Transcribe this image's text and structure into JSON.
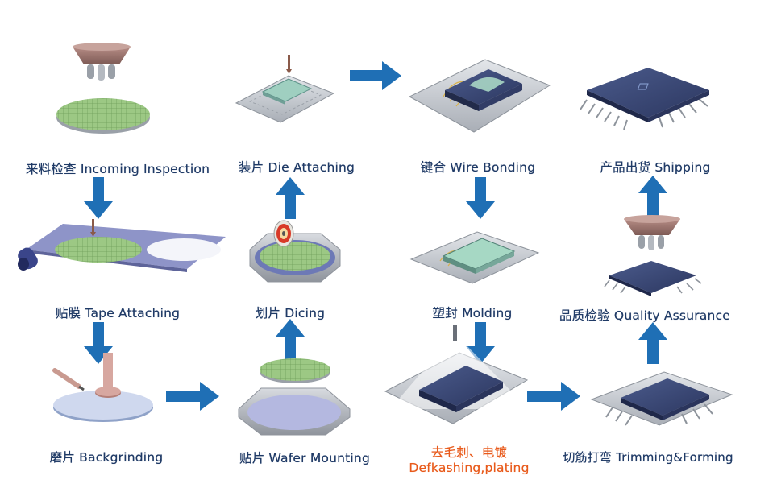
{
  "steps": {
    "incoming": "来料检查 Incoming Inspection",
    "die_attach": "装片 Die Attaching",
    "wire_bond": "键合 Wire Bonding",
    "shipping": "产品出货 Shipping",
    "tape": "贴膜 Tape Attaching",
    "dicing": "划片 Dicing",
    "molding": "塑封 Molding",
    "qa": "品质检验 Quality Assurance",
    "backgrinding": "磨片 Backgrinding",
    "wafer_mount": "贴片 Wafer Mounting",
    "deflash_cn": "去毛刺、电镀",
    "deflash_en": "Defkashing,plating",
    "trim_form": "切筋打弯 Trimming&Forming"
  },
  "colors": {
    "arrow": "#1f6fb5",
    "label": "#1f3a66",
    "highlight": "#e85a1b",
    "chip": "#3a4a78",
    "wafer": "#8cc07a",
    "frame": "#c8ccd2"
  },
  "icons": [
    "wafer-icon",
    "vacuum-head-icon",
    "chip-icon",
    "leadframe-icon",
    "saw-blade-icon",
    "grinding-wheel-icon",
    "tape-roll-icon",
    "flow-arrow-icon"
  ]
}
